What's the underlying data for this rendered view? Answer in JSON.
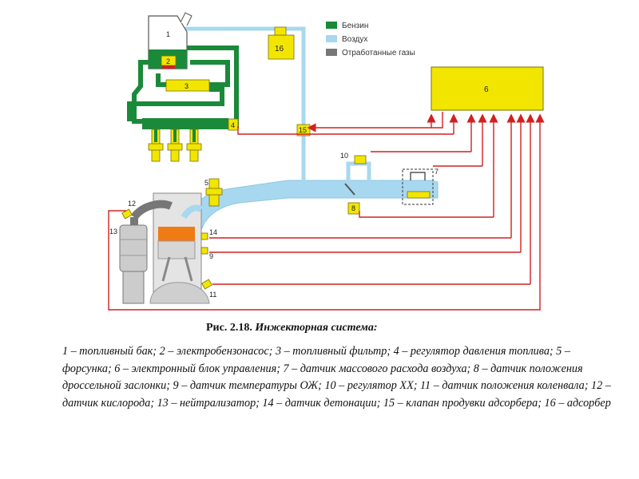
{
  "legend": [
    {
      "label": "Бензин",
      "color": "#1a8a3a"
    },
    {
      "label": "Воздух",
      "color": "#a8d8ef"
    },
    {
      "label": "Отработанные газы",
      "color": "#777777"
    }
  ],
  "labels": {
    "n1": "1",
    "n2": "2",
    "n3": "3",
    "n4": "4",
    "n5": "5",
    "n6": "6",
    "n7": "7",
    "n8": "8",
    "n9": "9",
    "n10": "10",
    "n11": "11",
    "n12": "12",
    "n13": "13",
    "n14": "14",
    "n15": "15",
    "n16": "16"
  },
  "caption": {
    "prefix": "Рис. 2.18.",
    "title": "Инжекторная система:"
  },
  "description": "1 – топливный бак; 2 – электробензонасос; 3 – топливный фильтр; 4 – регулятор давления топлива; 5 – форсунка; 6 – электронный блок управления; 7 – датчик массового расхода воздуха; 8 – датчик положения дроссельной заслонки; 9 – датчик температуры ОЖ; 10 – регулятор ХХ; 11 – датчик положения коленвала; 12 – датчик кислорода; 13 – нейтрализатор; 14 – датчик детонации; 15 – клапан продувки адсорбера; 16 – адсорбер",
  "colors": {
    "fuel": "#1a8a3a",
    "air": "#a8d8ef",
    "exhaust": "#777777",
    "signal": "#d22020",
    "component": "#f2e600"
  }
}
